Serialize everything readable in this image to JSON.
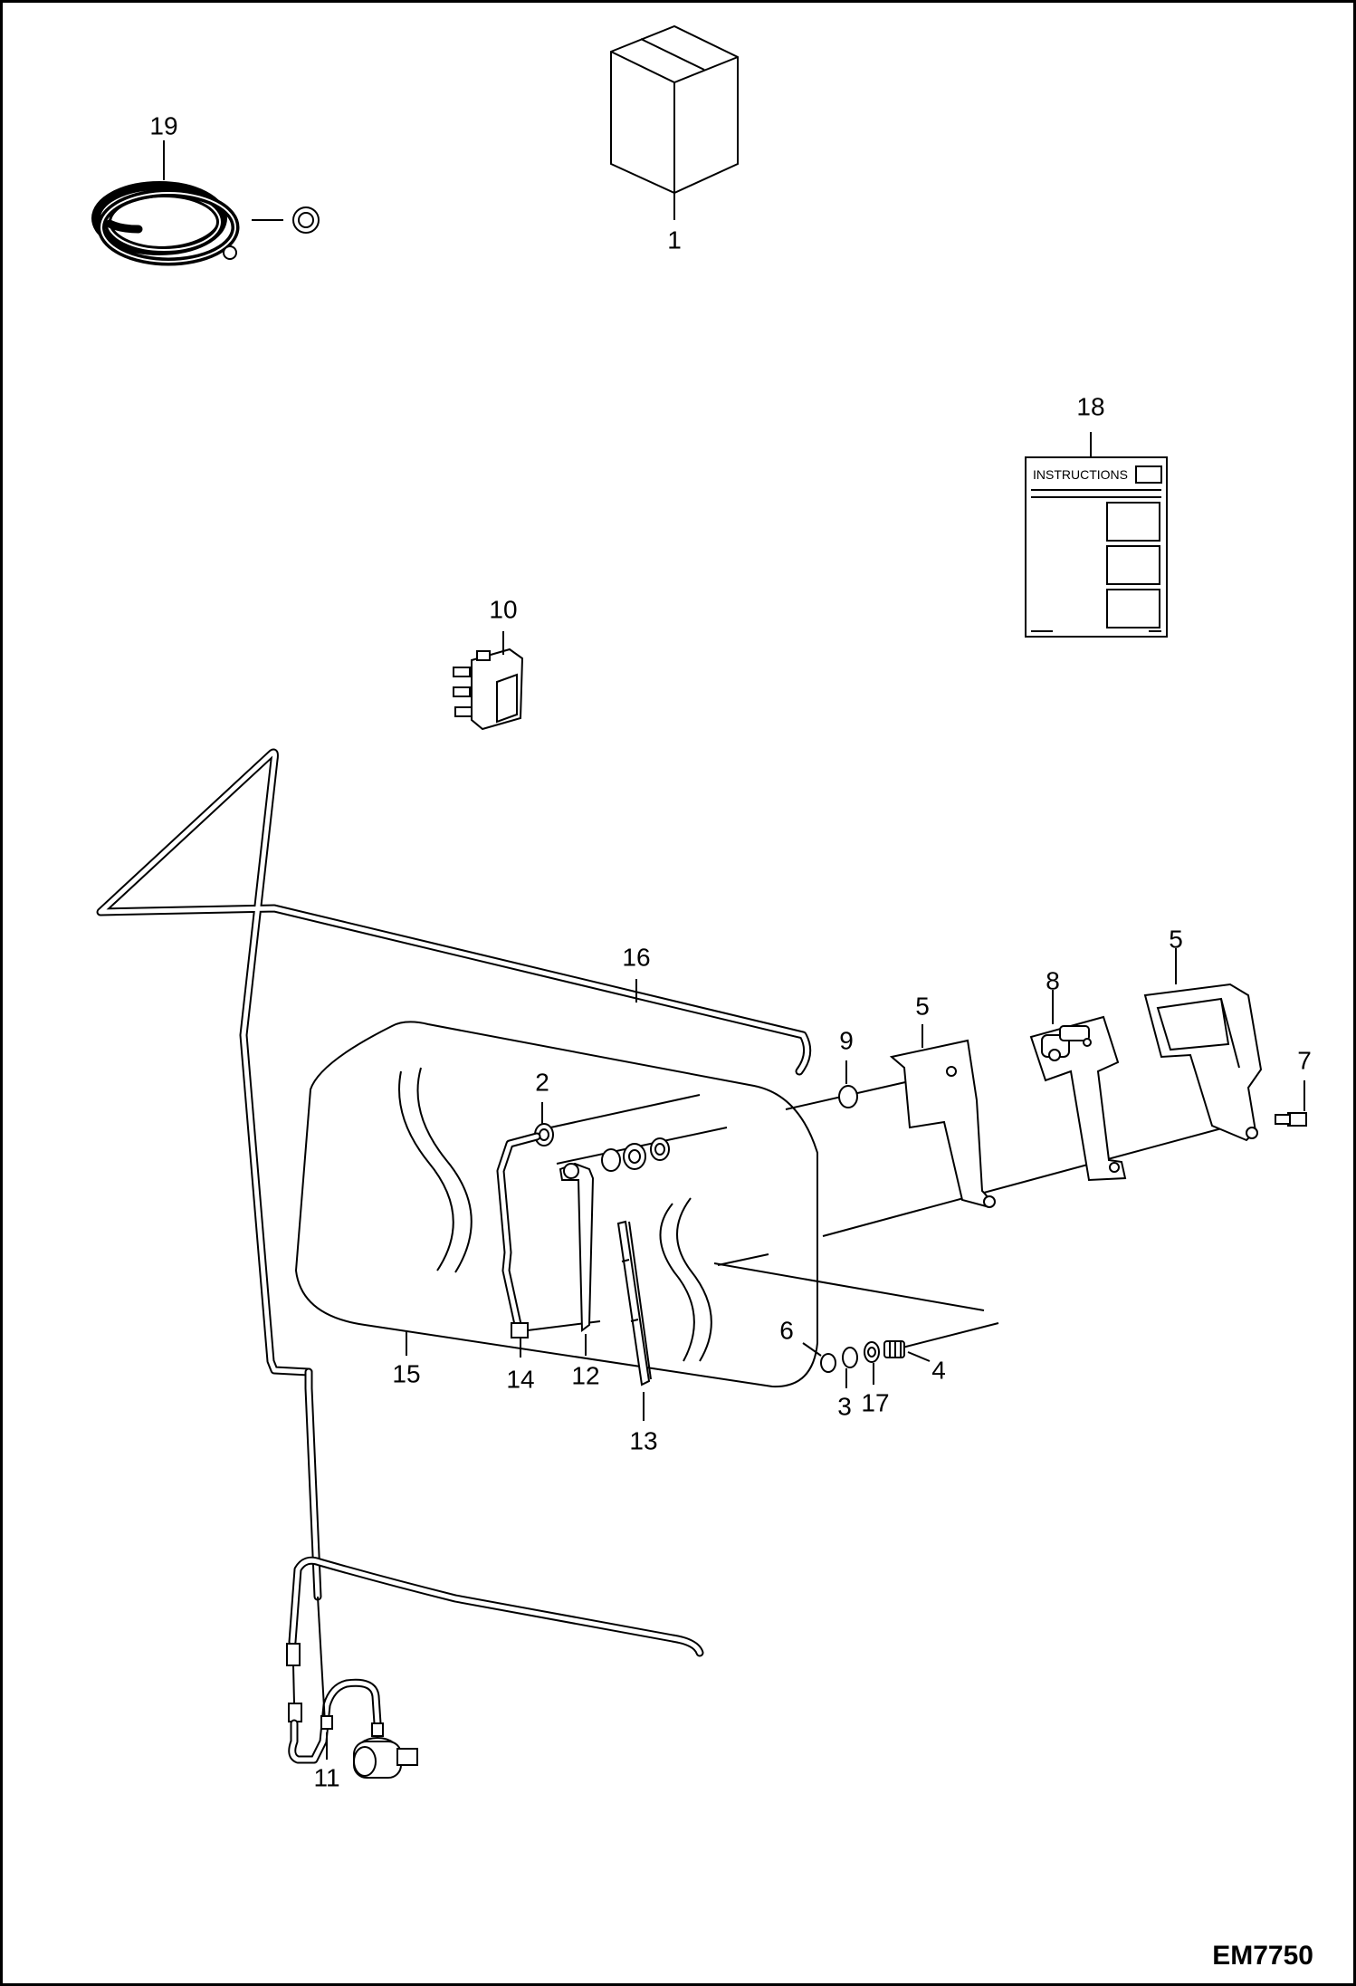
{
  "reference": "EM7750",
  "instructions_label": "INSTRUCTIONS",
  "callouts": {
    "c1": "1",
    "c2": "2",
    "c3": "3",
    "c4": "4",
    "c5a": "5",
    "c5b": "5",
    "c6": "6",
    "c7": "7",
    "c8": "8",
    "c9": "9",
    "c10": "10",
    "c11": "11",
    "c12": "12",
    "c13": "13",
    "c14": "14",
    "c15": "15",
    "c16": "16",
    "c17": "17",
    "c18": "18",
    "c19": "19"
  }
}
